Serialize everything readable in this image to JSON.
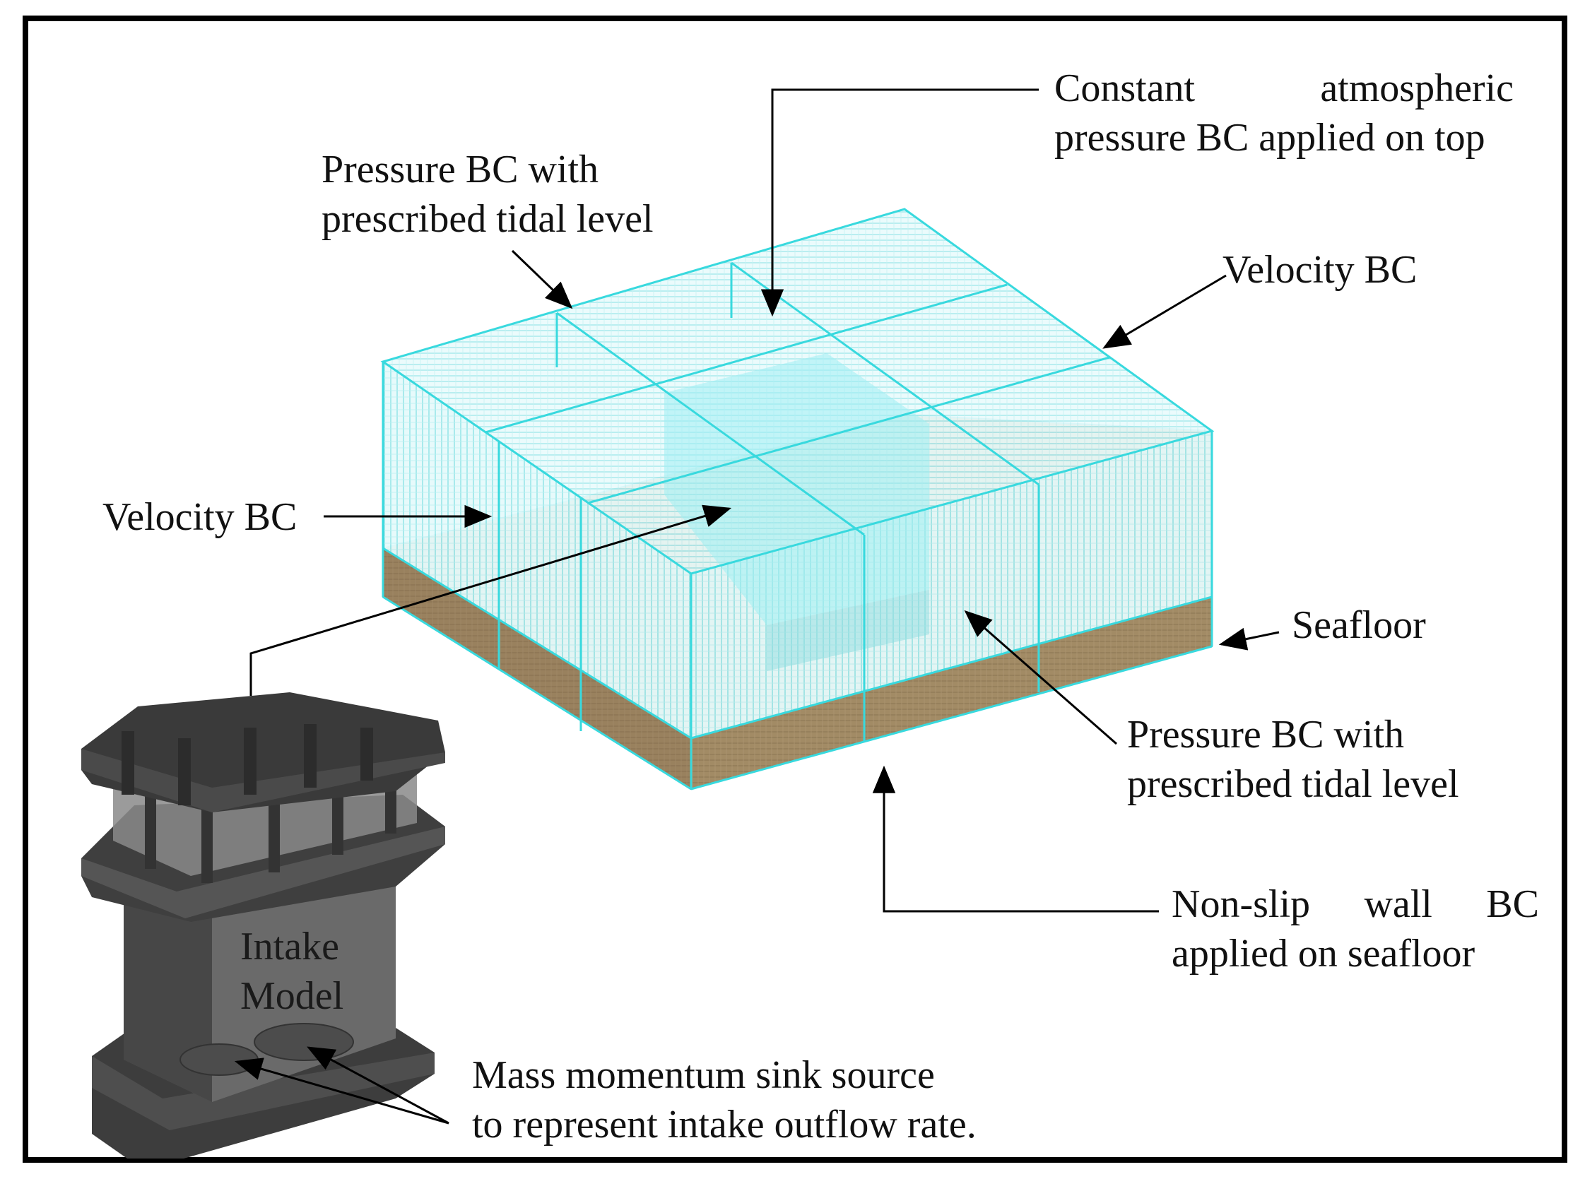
{
  "labels": {
    "constant_atm": {
      "l1a": "Constant",
      "l1b": "atmospheric",
      "l2": "pressure BC applied on top"
    },
    "pressure_tidal_top": {
      "l1": "Pressure BC with",
      "l2": "prescribed tidal level"
    },
    "velocity_right": "Velocity BC",
    "velocity_left": "Velocity BC",
    "seafloor": "Seafloor",
    "pressure_tidal_bottom": {
      "l1": "Pressure BC with",
      "l2": "prescribed tidal level"
    },
    "non_slip": {
      "l1a": "Non-slip",
      "l1b": "wall",
      "l1c": "BC",
      "l2": "applied on seafloor"
    },
    "intake_model": {
      "l1": "Intake",
      "l2": "Model"
    },
    "mass_sink": {
      "l1": "Mass momentum sink source",
      "l2": "to represent intake outflow rate."
    }
  },
  "colors": {
    "frame": "#000000",
    "mesh_edge": "#38d9de",
    "mesh_fill": "#c8f2f4",
    "seafloor": "#a38e6c",
    "intake": "#555555"
  }
}
